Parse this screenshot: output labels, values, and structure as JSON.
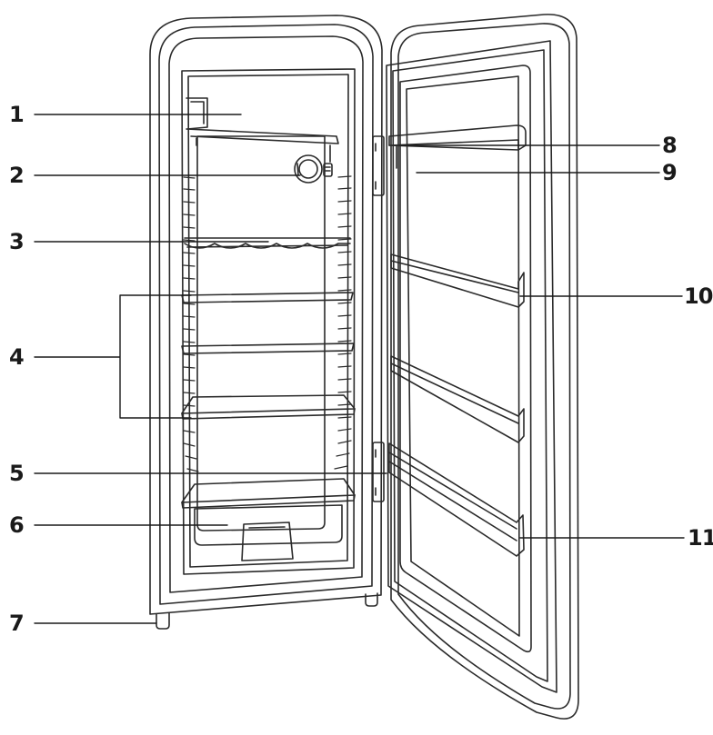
{
  "callouts": {
    "c1": "1",
    "c2": "2",
    "c3": "3",
    "c4": "4",
    "c5": "5",
    "c6": "6",
    "c7": "7",
    "c8": "8",
    "c9": "9",
    "c10": "10",
    "c11": "11"
  },
  "colors": {
    "stroke": "#2a2a2a",
    "background": "#ffffff"
  }
}
